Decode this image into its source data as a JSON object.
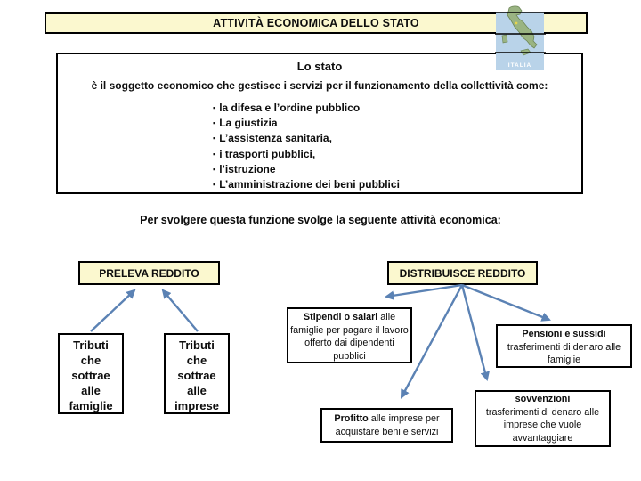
{
  "slide": {
    "title": "ATTIVITÀ ECONOMICA DELLO STATO",
    "map_label": "ITALIA",
    "intro": {
      "heading": "Lo stato",
      "lead": "è il soggetto economico che gestisce i servizi per il funzionamento della collettività come:",
      "bullets": [
        "la difesa e l’ordine pubblico",
        "La giustizia",
        "L’assistenza sanitaria,",
        "i trasporti pubblici,",
        "l’istruzione",
        "L’amministrazione dei beni pubblici"
      ]
    },
    "transition": "Per svolgere questa funzione svolge la seguente attività economica:",
    "preleva": {
      "header": "PRELEVA REDDITO",
      "items": [
        {
          "text": "Tributi\nche\nsottrae\nalle\nfamiglie"
        },
        {
          "text": "Tributi\nche\nsottrae\nalle\nimprese"
        }
      ]
    },
    "distribuisce": {
      "header": "DISTRIBUISCE REDDITO",
      "items": [
        {
          "bold": "Stipendi o salari",
          "rest": " alle famiglie per pagare il lavoro offerto dai dipendenti pubblici"
        },
        {
          "bold": "Pensioni e sussidi",
          "rest": " trasferimenti di denaro alle famiglie"
        },
        {
          "bold": "Profitto",
          "rest": " alle imprese per acquistare beni e servizi"
        },
        {
          "bold": "sovvenzioni",
          "rest": "trasferimenti di denaro alle imprese che vuole avvantaggiare"
        }
      ]
    },
    "colors": {
      "box_fill": "#fbf8cf",
      "border": "#000000",
      "arrow": "#5b82b4",
      "map_sea": "#b9d3e9",
      "map_land": "#9ab482"
    }
  }
}
